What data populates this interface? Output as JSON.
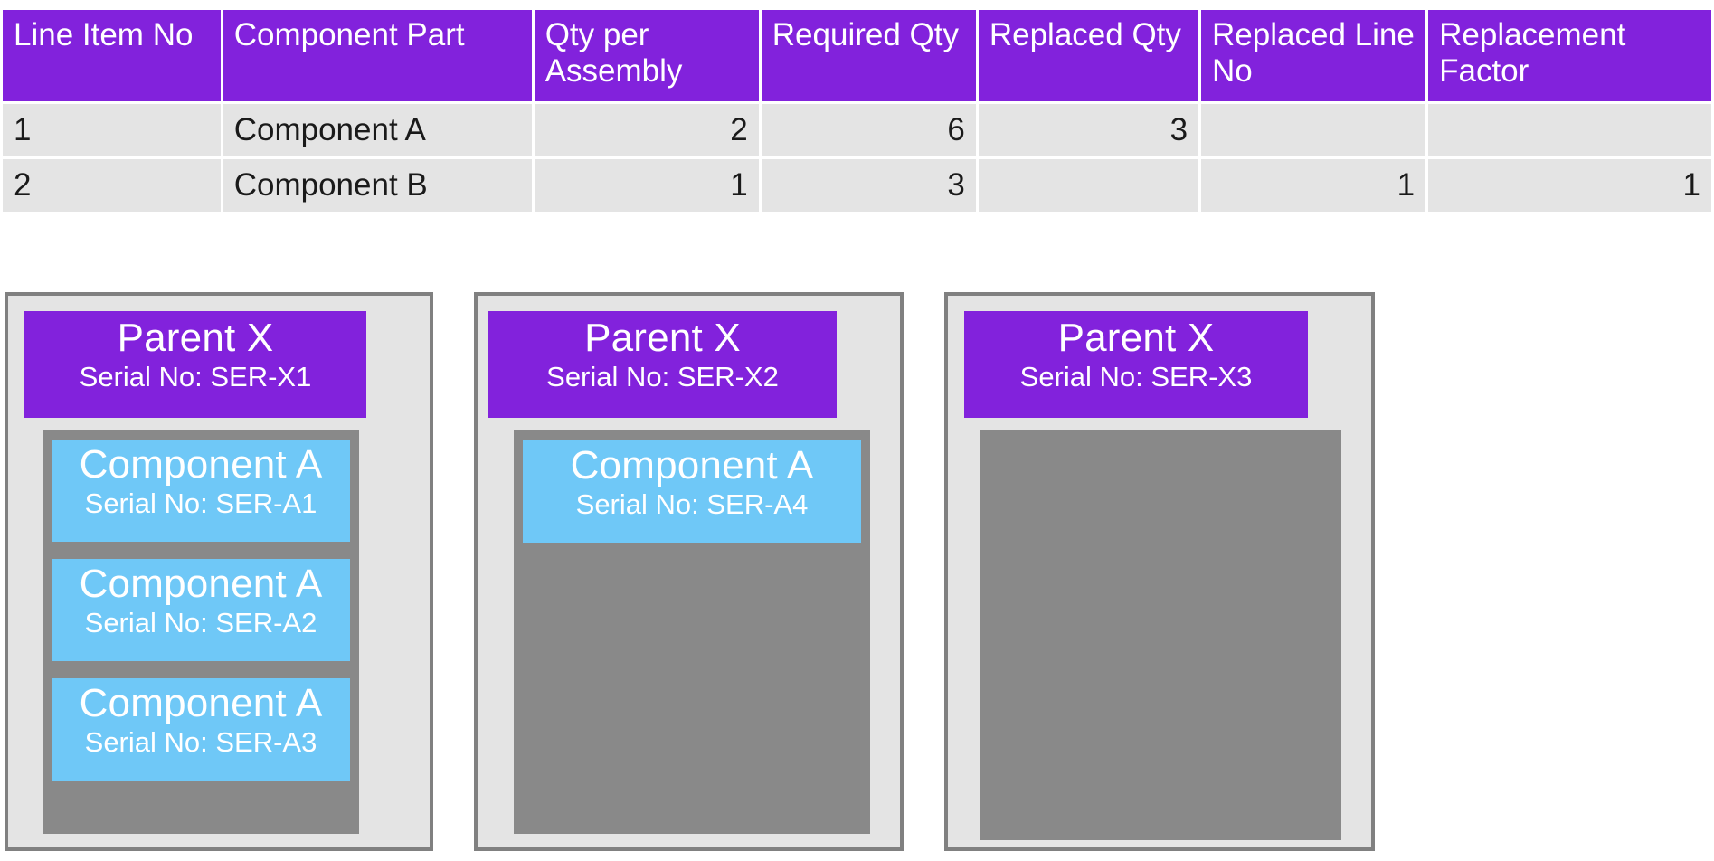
{
  "table": {
    "columns": [
      "Line Item No",
      "Component Part",
      "Qty per Assembly",
      "Required Qty",
      "Replaced Qty",
      "Replaced Line No",
      "Replacement Factor"
    ],
    "rows": [
      {
        "line_item_no": "1",
        "component_part": "Component A",
        "qty_per_assembly": "2",
        "required_qty": "6",
        "replaced_qty": "3",
        "replaced_line_no": "",
        "replacement_factor": ""
      },
      {
        "line_item_no": "2",
        "component_part": "Component B",
        "qty_per_assembly": "1",
        "required_qty": "3",
        "replaced_qty": "",
        "replaced_line_no": "1",
        "replacement_factor": "1"
      }
    ]
  },
  "cards": [
    {
      "parent_title": "Parent X",
      "parent_serial": "Serial No: SER-X1",
      "components": [
        {
          "title": "Component A",
          "serial": "Serial No: SER-A1"
        },
        {
          "title": "Component A",
          "serial": "Serial No: SER-A2"
        },
        {
          "title": "Component A",
          "serial": "Serial No: SER-A3"
        }
      ]
    },
    {
      "parent_title": "Parent X",
      "parent_serial": "Serial No: SER-X2",
      "components": [
        {
          "title": "Component A",
          "serial": "Serial No: SER-A4"
        }
      ]
    },
    {
      "parent_title": "Parent X",
      "parent_serial": "Serial No: SER-X3",
      "components": []
    }
  ],
  "colors": {
    "accent_purple": "#8222DC",
    "component_blue": "#6FC8F7",
    "slot_gray": "#898989",
    "card_background": "#E4E4E4",
    "card_border": "#808080",
    "row_background": "#E4E4E4",
    "header_text": "#FFFFFF"
  }
}
